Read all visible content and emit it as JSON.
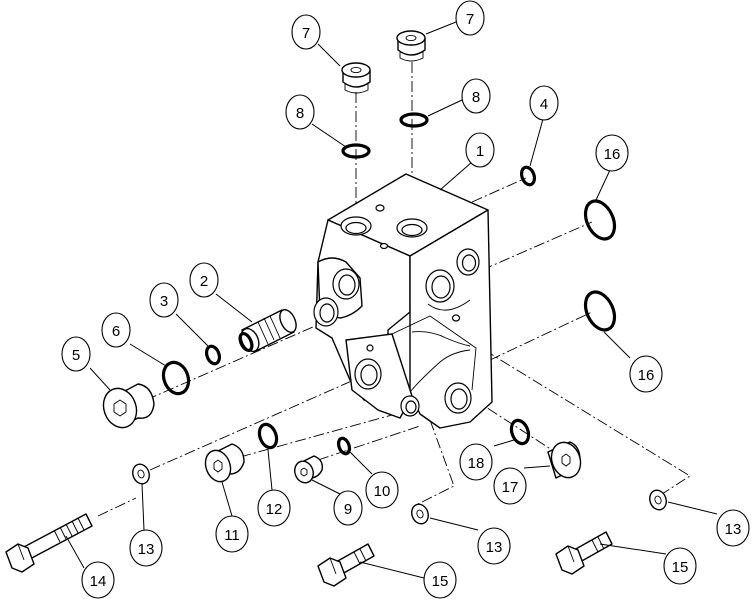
{
  "callouts": [
    {
      "id": "c7a",
      "label": "7"
    },
    {
      "id": "c7b",
      "label": "7"
    },
    {
      "id": "c8a",
      "label": "8"
    },
    {
      "id": "c8b",
      "label": "8"
    },
    {
      "id": "c4",
      "label": "4"
    },
    {
      "id": "c1",
      "label": "1"
    },
    {
      "id": "c16a",
      "label": "16"
    },
    {
      "id": "c16b",
      "label": "16"
    },
    {
      "id": "c2",
      "label": "2"
    },
    {
      "id": "c3",
      "label": "3"
    },
    {
      "id": "c6",
      "label": "6"
    },
    {
      "id": "c5",
      "label": "5"
    },
    {
      "id": "c12",
      "label": "12"
    },
    {
      "id": "c11",
      "label": "11"
    },
    {
      "id": "c10",
      "label": "10"
    },
    {
      "id": "c9",
      "label": "9"
    },
    {
      "id": "c18",
      "label": "18"
    },
    {
      "id": "c17",
      "label": "17"
    },
    {
      "id": "c13a",
      "label": "13"
    },
    {
      "id": "c13b",
      "label": "13"
    },
    {
      "id": "c13c",
      "label": "13"
    },
    {
      "id": "c14",
      "label": "14"
    },
    {
      "id": "c15a",
      "label": "15"
    },
    {
      "id": "c15b",
      "label": "15"
    }
  ]
}
